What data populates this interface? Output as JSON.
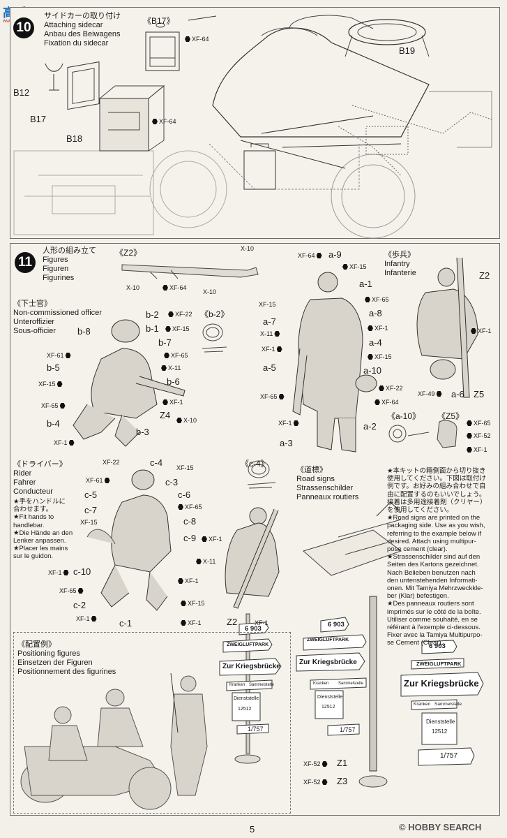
{
  "watermark": {
    "left_text": "高手网",
    "left_sub": "www.gaoshou.net",
    "right_text": "HOBBY SEARCH",
    "copyright": "©"
  },
  "step10": {
    "number": "10",
    "titles": [
      "サイドカーの取り付け",
      "Attaching sidecar",
      "Anbau des Beiwagens",
      "Fixation du sidecar"
    ],
    "callout": "《B17》",
    "parts": [
      "B12",
      "B17",
      "B18",
      "B19"
    ],
    "paints": [
      "XF-64",
      "XF-64"
    ]
  },
  "step11": {
    "number": "11",
    "titles": [
      "人形の組み立て",
      "Figures",
      "Figuren",
      "Figurines"
    ],
    "z2": {
      "callout": "《Z2》",
      "paints": [
        "X-10",
        "X-10",
        "XF-64",
        "X-10"
      ]
    },
    "nco": {
      "titles": [
        "《下士官》",
        "Non-commissioned officer",
        "Unteroffizier",
        "Sous-officier"
      ],
      "callout": "《b-2》",
      "parts": [
        "b-2",
        "b-1",
        "b-8",
        "b-7",
        "b-5",
        "b-6",
        "b-4",
        "b-3",
        "Z4"
      ],
      "paints": [
        "XF-22",
        "XF-15",
        "XF-65",
        "XF-61",
        "X-11",
        "XF-15",
        "XF-1",
        "XF-65",
        "X-10",
        "XF-1"
      ]
    },
    "infantry": {
      "parts": [
        "a-9",
        "a-1",
        "a-8",
        "a-7",
        "a-4",
        "a-5",
        "a-10",
        "a-6",
        "a-2",
        "a-3",
        "Z2",
        "Z5"
      ],
      "paints": [
        "XF-64",
        "XF-15",
        "XF-15",
        "XF-65",
        "X-11",
        "XF-1",
        "XF-1",
        "XF-15",
        "XF-65",
        "XF-22",
        "XF-64",
        "XF-1",
        "XF-1",
        "XF-49"
      ],
      "titles": [
        "《歩兵》",
        "Infantry",
        "Infanterie"
      ],
      "callouts": [
        "《a-10》",
        "《Z5》"
      ],
      "z5_paints": [
        "XF-65",
        "XF-52",
        "XF-1"
      ]
    },
    "rider": {
      "titles": [
        "《ドライバー》",
        "Rider",
        "Fahrer",
        "Conducteur"
      ],
      "notes": [
        "★手をハンドルに",
        "合わせます。",
        "★Fit hands to",
        "handlebar.",
        "★Die Hände an den",
        "Lenker anpassen.",
        "★Placer les mains",
        "sur le guidon."
      ],
      "callout": "《c-4》",
      "parts": [
        "c-4",
        "c-3",
        "c-5",
        "c-6",
        "c-7",
        "c-8",
        "c-9",
        "c-10",
        "c-2",
        "c-1",
        "Z2"
      ],
      "paints": [
        "XF-22",
        "XF-15",
        "XF-61",
        "XF-65",
        "XF-15",
        "XF-1",
        "X-11",
        "XF-1",
        "XF-65",
        "XF-1",
        "XF-15",
        "XF-1",
        "XF-1"
      ]
    },
    "roadsigns": {
      "titles": [
        "《道標》",
        "Road signs",
        "Strassenschilder",
        "Panneaux routiers"
      ],
      "note_jp": [
        "★本キットの箱側面から切り抜き",
        "使用してください。下図は取付け",
        "例です。お好みの組み合わせで自",
        "由に配置するのもいいでしょう。",
        "接着は多用途接着剤（クリヤー）",
        "を使用してください。"
      ],
      "note_en": [
        "★Road signs are printed on the",
        "packaging side. Use as you wish,",
        "referring to the example below if",
        "desired. Attach using multipur-",
        "pose cement (clear)."
      ],
      "note_de": [
        "★Strassenschilder sind auf den",
        "Seiten des Kartons gezeichnet.",
        "Nach Belieben benutzen nach",
        "den untenstehenden Informati-",
        "onen. Mit Tamiya Mehrzweckkle-",
        "ber (Klar) befestigen."
      ],
      "note_fr": [
        "★Des panneaux routiers sont",
        "imprimés sur le côté de la boîte.",
        "Utiliser comme souhaité, en se",
        "référant à l'exemple ci-dessous.",
        "Fixer avec la Tamiya Multipurpo-",
        "se Cement (Clear)."
      ],
      "sign_texts": [
        "6 903",
        "ZWEIGLUFTPARK",
        "Zur Kriegsbrücke",
        "Kranken",
        "Sammelstelle",
        "Dienststelle",
        "12512",
        "1/757"
      ],
      "parts": [
        "Z1",
        "Z3"
      ],
      "paints": [
        "XF-52",
        "XF-52"
      ]
    },
    "positioning": {
      "titles": [
        "《配置例》",
        "Positioning figures",
        "Einsetzen der Figuren",
        "Positionnement des figurines"
      ]
    }
  },
  "page_number": "5"
}
